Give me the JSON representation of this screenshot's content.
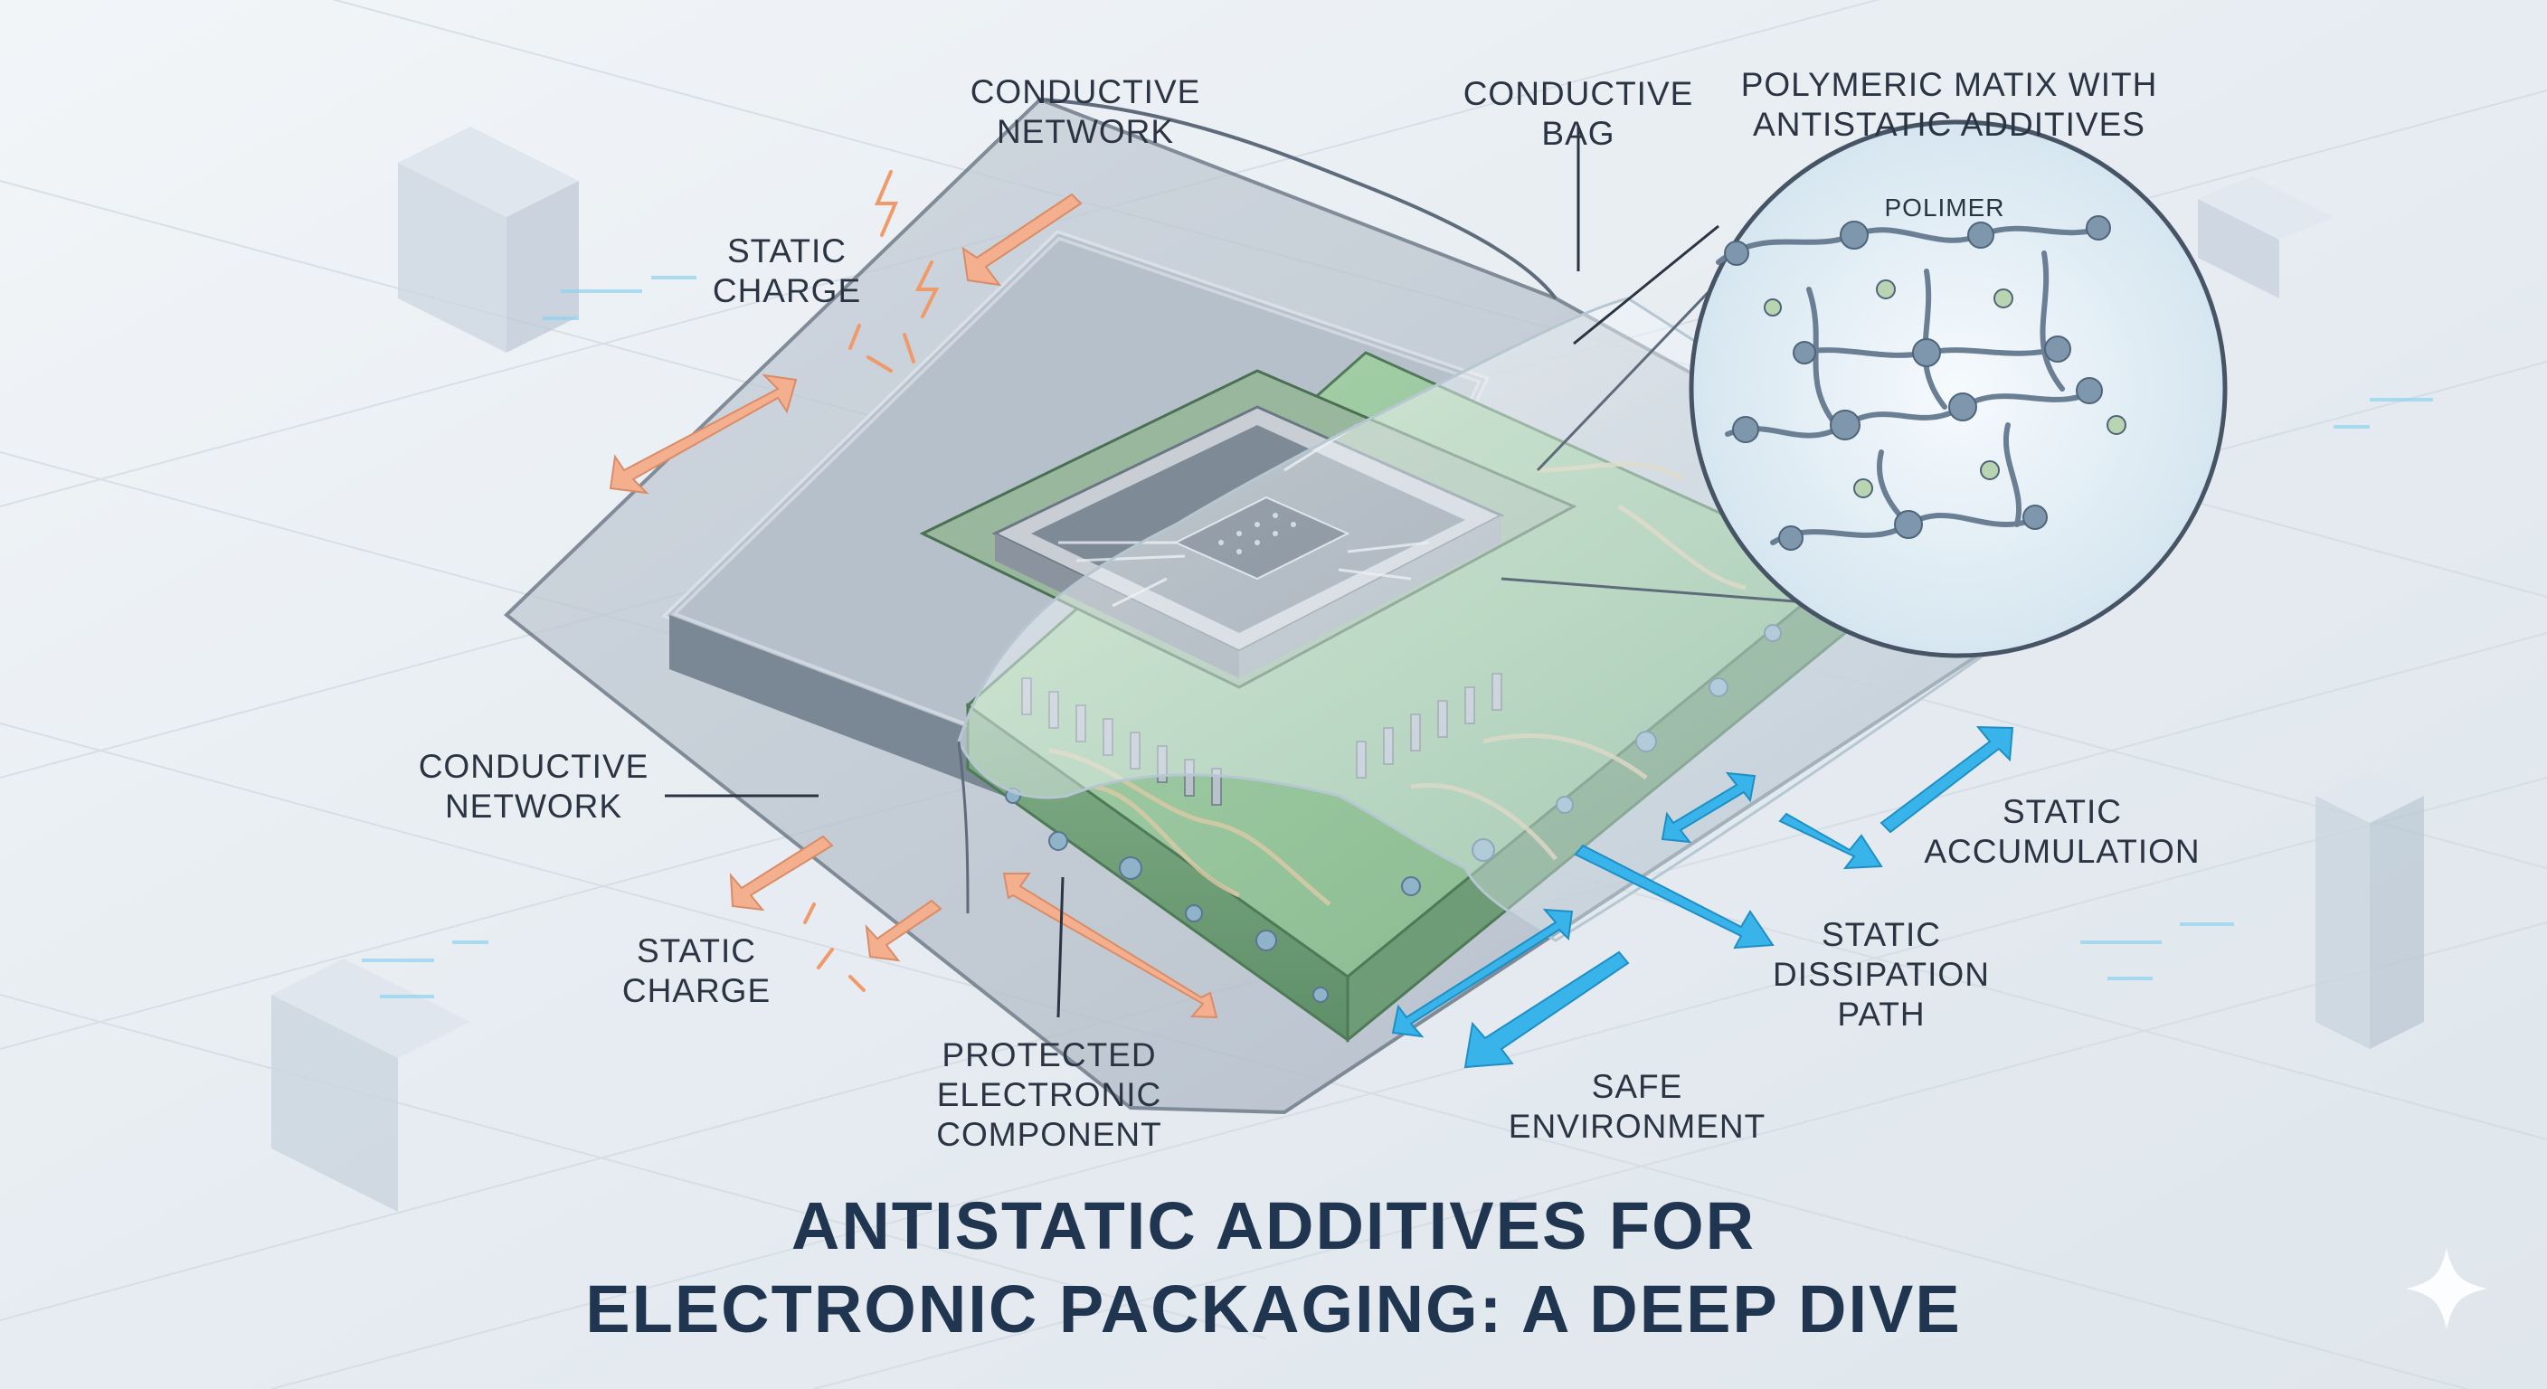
{
  "title": {
    "line1": "ANTISTATIC ADDITIVES FOR",
    "line2": "ELECTRONIC PACKAGING: A DEEP DIVE"
  },
  "labels": {
    "conductive_network_top": [
      "CONDUCTIVE",
      "NETWORK"
    ],
    "conductive_bag": [
      "CONDUCTIVE",
      "BAG"
    ],
    "polymeric_matrix": [
      "POLYMERIC MATIX WITH",
      "ANTISTATIC ADDITIVES"
    ],
    "polimer": "POLIMER",
    "static_charge_top": [
      "STATIC",
      "CHARGE"
    ],
    "conductive_network_left": [
      "CONDUCTIVE",
      "NETWORK"
    ],
    "static_charge_bottom": [
      "STATIC",
      "CHARGE"
    ],
    "protected_component": [
      "PROTECTED",
      "ELECTRONIC",
      "COMPONENT"
    ],
    "safe_environment": [
      "SAFE",
      "ENVIRONMENT"
    ],
    "static_dissipation": [
      "STATIC",
      "DISSIPATION",
      "PATH"
    ],
    "static_accumulation": [
      "STATIC",
      "ACCUMULATION"
    ]
  },
  "colors": {
    "background": "#e9eef3",
    "title": "#1f3550",
    "label": "#2a3442",
    "charge_arrow": "#f4b08e",
    "dissipation_arrow": "#39b4ea",
    "pcb_green": "#8fbf95",
    "bag": "#9aa6b4",
    "molecule": "#5d7590"
  },
  "icons": {
    "spark": "lightning-spark-icon",
    "corner_mark": "sparkle-star-icon"
  }
}
